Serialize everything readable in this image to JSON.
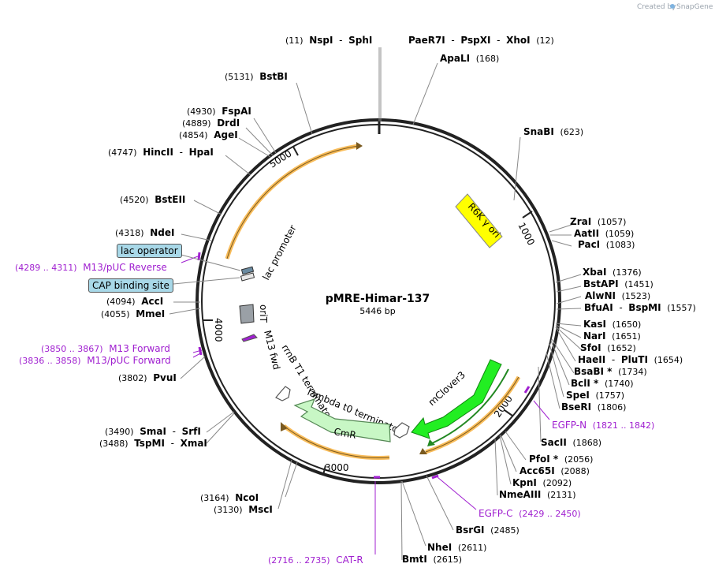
{
  "watermark": {
    "prefix": "Created by",
    "brand": "SnapGene"
  },
  "plasmid": {
    "name": "pMRE-Himar-137",
    "length": "5446 bp"
  },
  "ruler": [
    "1000",
    "2000",
    "3000",
    "4000",
    "5000"
  ],
  "sites": [
    {
      "id": "s_nsp",
      "pos": "(11)",
      "name": "NspI",
      "sep": "-",
      "name2": "SphI"
    },
    {
      "id": "s_pae",
      "name": "PaeR7I",
      "sep": "-",
      "name2": "PspXI",
      "sep2": "-",
      "name3": "XhoI",
      "pos": "(12)"
    },
    {
      "id": "s_apa",
      "name": "ApaLI",
      "pos": "(168)"
    },
    {
      "id": "s_bst",
      "pos": "(5131)",
      "name": "BstBI"
    },
    {
      "id": "s_sna",
      "name": "SnaBI",
      "pos": "(623)"
    },
    {
      "id": "s_fsp",
      "pos": "(4930)",
      "name": "FspAI"
    },
    {
      "id": "s_drd",
      "pos": "(4889)",
      "name": "DrdI"
    },
    {
      "id": "s_age",
      "pos": "(4854)",
      "name": "AgeI"
    },
    {
      "id": "s_hinc",
      "pos": "(4747)",
      "name": "HincII",
      "sep": "-",
      "name2": "HpaI"
    },
    {
      "id": "s_bsteii",
      "pos": "(4520)",
      "name": "BstEII"
    },
    {
      "id": "s_zra",
      "name": "ZraI",
      "pos": "(1057)"
    },
    {
      "id": "s_aat",
      "name": "AatII",
      "pos": "(1059)"
    },
    {
      "id": "s_pac",
      "name": "PacI",
      "pos": "(1083)"
    },
    {
      "id": "s_nde",
      "pos": "(4318)",
      "name": "NdeI"
    },
    {
      "id": "s_xba",
      "name": "XbaI",
      "pos": "(1376)"
    },
    {
      "id": "s_bstapi",
      "name": "BstAPI",
      "pos": "(1451)"
    },
    {
      "id": "s_alw",
      "name": "AlwNI",
      "pos": "(1523)"
    },
    {
      "id": "s_bfu",
      "name": "BfuAI",
      "sep": "-",
      "name2": "BspMI",
      "pos": "(1557)"
    },
    {
      "id": "s_acc",
      "pos": "(4094)",
      "name": "AccI"
    },
    {
      "id": "s_mme",
      "pos": "(4055)",
      "name": "MmeI"
    },
    {
      "id": "s_kas",
      "name": "KasI",
      "pos": "(1650)"
    },
    {
      "id": "s_nar",
      "name": "NarI",
      "pos": "(1651)"
    },
    {
      "id": "s_sfo",
      "name": "SfoI",
      "pos": "(1652)"
    },
    {
      "id": "s_hae",
      "name": "HaeII",
      "sep": "-",
      "name2": "PluTI",
      "pos": "(1654)"
    },
    {
      "id": "s_bsab",
      "name": "BsaBI *",
      "pos": "(1734)"
    },
    {
      "id": "s_bcl",
      "name": "BclI *",
      "pos": "(1740)"
    },
    {
      "id": "s_pvu",
      "pos": "(3802)",
      "name": "PvuI"
    },
    {
      "id": "s_spe",
      "name": "SpeI",
      "pos": "(1757)"
    },
    {
      "id": "s_bse",
      "name": "BseRI",
      "pos": "(1806)"
    },
    {
      "id": "s_sma",
      "pos": "(3490)",
      "name": "SmaI",
      "sep": "-",
      "name2": "SrfI"
    },
    {
      "id": "s_tsp",
      "pos": "(3488)",
      "name": "TspMI",
      "sep": "-",
      "name2": "XmaI"
    },
    {
      "id": "s_sac",
      "name": "SacII",
      "pos": "(1868)"
    },
    {
      "id": "s_pfo",
      "name": "PfoI *",
      "pos": "(2056)"
    },
    {
      "id": "s_acc65",
      "name": "Acc65I",
      "pos": "(2088)"
    },
    {
      "id": "s_kpn",
      "name": "KpnI",
      "pos": "(2092)"
    },
    {
      "id": "s_nme",
      "name": "NmeAIII",
      "pos": "(2131)"
    },
    {
      "id": "s_nco",
      "pos": "(3164)",
      "name": "NcoI"
    },
    {
      "id": "s_msc",
      "pos": "(3130)",
      "name": "MscI"
    },
    {
      "id": "s_bsrg",
      "name": "BsrGI",
      "pos": "(2485)"
    },
    {
      "id": "s_nhe",
      "name": "NheI",
      "pos": "(2611)"
    },
    {
      "id": "s_bmt",
      "name": "BmtI",
      "pos": "(2615)"
    }
  ],
  "primers": [
    {
      "id": "p_m13rev",
      "range": "(4289 .. 4311)",
      "name": "M13/pUC Reverse"
    },
    {
      "id": "p_m13fwd",
      "range": "(3850 .. 3867)",
      "name": "M13 Forward"
    },
    {
      "id": "p_m13pucfwd",
      "range": "(3836 .. 3858)",
      "name": "M13/pUC Forward"
    },
    {
      "id": "p_egfpn",
      "name": "EGFP-N",
      "range": "(1821 .. 1842)"
    },
    {
      "id": "p_egfpc",
      "name": "EGFP-C",
      "range": "(2429 .. 2450)"
    },
    {
      "id": "p_catr",
      "range": "(2716 .. 2735)",
      "name": "CAT-R"
    }
  ],
  "features": {
    "r6k": "R6K γ ori",
    "lac_promoter": "lac promoter",
    "orit": "oriT",
    "m13_fwd": "M13 fwd",
    "rrnb": "rrnB T1 terminator",
    "lambda": "lambda t0 terminator",
    "cmr": "CmR",
    "mclover": "mClover3",
    "lac_operator": "lac operator",
    "cap_site": "CAP binding site"
  },
  "colors": {
    "backbone": "#222222",
    "r6k": "#ffff00",
    "promoter": "#f5a623",
    "cmr": "#c8f7c5",
    "mclover": "#22ee22",
    "primer": "#a020d0",
    "box_fill": "#a8d8e8",
    "orit": "#9aa0a6"
  }
}
